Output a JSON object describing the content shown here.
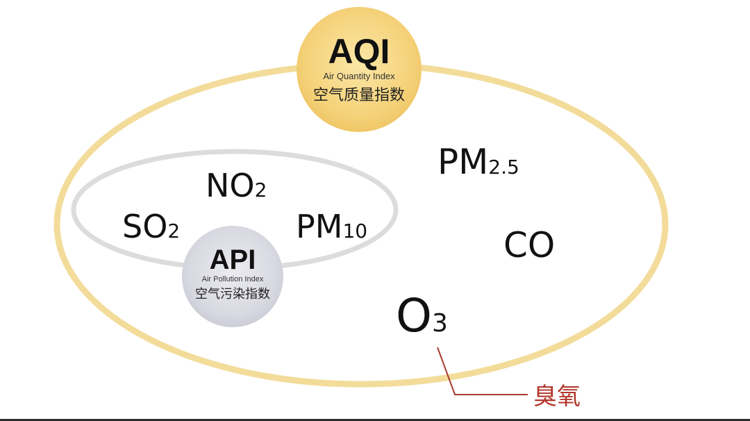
{
  "aqi": {
    "title": "AQI",
    "english": "Air Quantity Index",
    "chinese": "空气质量指数"
  },
  "api": {
    "title": "API",
    "english": "Air Pollution Index",
    "chinese": "空气污染指数"
  },
  "pollutants": {
    "no2": {
      "main": "NO",
      "sub": "2"
    },
    "so2": {
      "main": "SO",
      "sub": "2"
    },
    "pm10": {
      "main": "PM",
      "sub": "10"
    },
    "pm25": {
      "main": "PM",
      "sub": "2.5"
    },
    "co": {
      "main": "CO"
    },
    "o3": {
      "main": "O",
      "sub": "3"
    }
  },
  "ozone_label": "臭氧",
  "colors": {
    "aqi_ring": "#f3dc9a",
    "aqi_badge": "#f5cf72",
    "api_ring": "#d9d9d9",
    "api_badge": "#d8d8e0",
    "leader_line": "#a83a2c",
    "ozone_text": "#b2362a"
  }
}
